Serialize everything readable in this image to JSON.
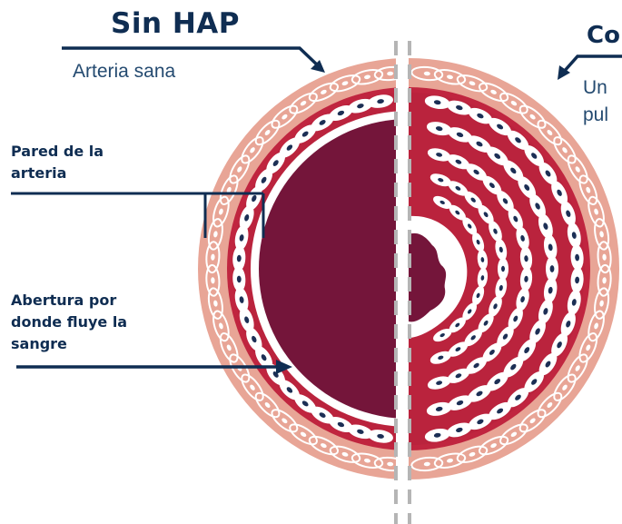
{
  "left_panel": {
    "title": "Sin HAP",
    "subtitle": "Arteria sana"
  },
  "right_panel": {
    "title": "Co",
    "subtitle_lines": [
      "Un",
      "pul"
    ]
  },
  "labels": {
    "wall": [
      "Pared de la",
      "arteria"
    ],
    "opening": [
      "Abertura por",
      "donde fluye la",
      "sangre"
    ]
  },
  "colors": {
    "text_navy": "#0f2d52",
    "outer_layer": "#e8a596",
    "muscle_layer": "#c0253f",
    "inner_lining": "#ffffff",
    "blood_lumen": "#74153a",
    "cell_nucleus": "#1c2f55",
    "divider": "#b5b5b5"
  }
}
